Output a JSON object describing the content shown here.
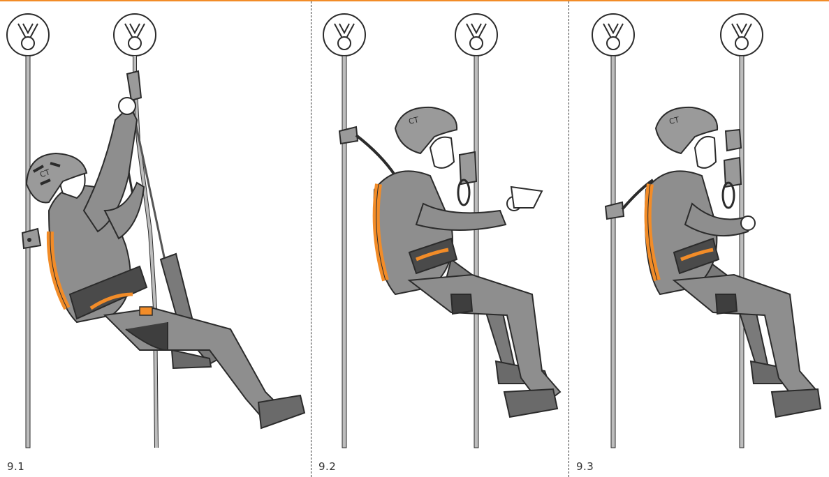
{
  "colors": {
    "accent_orange": "#f28c28",
    "cloth_gray": "#8e8e8e",
    "cloth_dark": "#6f6f6f",
    "harness_dark": "#4a4a4a",
    "outline": "#2b2b2b",
    "rope": "#bdbdbd",
    "skin": "#ffffff"
  },
  "icons": {
    "anchor": "anchor-icon",
    "rope": "rope-icon",
    "climber": "climber-icon",
    "ascender": "ascender-icon",
    "device": "descender-device-icon"
  },
  "panels": [
    {
      "id": "9.1",
      "label": "9.1"
    },
    {
      "id": "9.2",
      "label": "9.2"
    },
    {
      "id": "9.3",
      "label": "9.3"
    }
  ]
}
